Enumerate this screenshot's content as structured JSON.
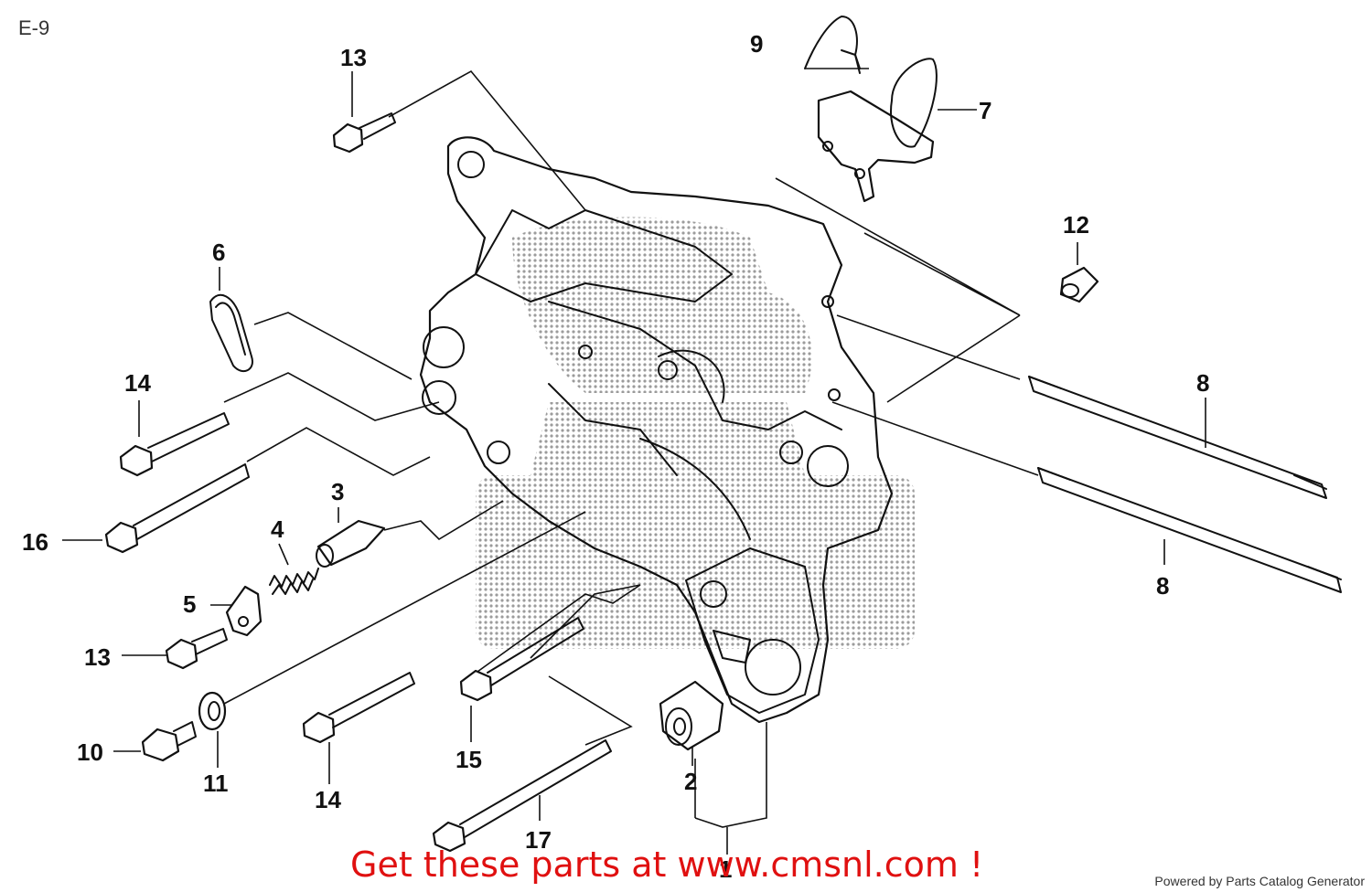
{
  "page_code": "E-9",
  "callouts": [
    {
      "id": "c13a",
      "text": "13"
    },
    {
      "id": "c9",
      "text": "9"
    },
    {
      "id": "c7",
      "text": "7"
    },
    {
      "id": "c12",
      "text": "12"
    },
    {
      "id": "c6",
      "text": "6"
    },
    {
      "id": "c14a",
      "text": "14"
    },
    {
      "id": "c8a",
      "text": "8"
    },
    {
      "id": "c16",
      "text": "16"
    },
    {
      "id": "c3",
      "text": "3"
    },
    {
      "id": "c4",
      "text": "4"
    },
    {
      "id": "c5",
      "text": "5"
    },
    {
      "id": "c8b",
      "text": "8"
    },
    {
      "id": "c13b",
      "text": "13"
    },
    {
      "id": "c10",
      "text": "10"
    },
    {
      "id": "c11",
      "text": "11"
    },
    {
      "id": "c14b",
      "text": "14"
    },
    {
      "id": "c15",
      "text": "15"
    },
    {
      "id": "c2",
      "text": "2"
    },
    {
      "id": "c17",
      "text": "17"
    },
    {
      "id": "c1",
      "text": "1"
    }
  ],
  "footer": {
    "cta": "Get these parts at www.cmsnl.com !",
    "credit": "Powered by Parts Catalog Generator"
  },
  "colors": {
    "line": "#111111",
    "cta": "#e01010",
    "watermark": "#9a9a9a"
  }
}
